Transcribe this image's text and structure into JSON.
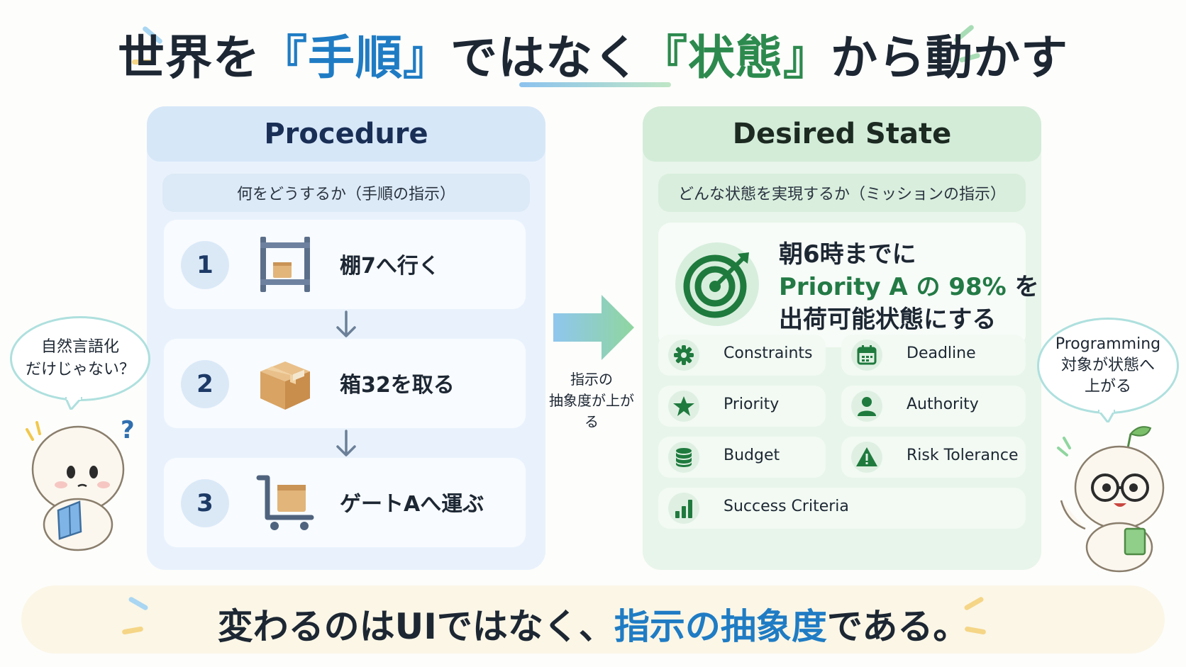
{
  "title": {
    "part1": "世界を",
    "part2": "『手順』",
    "part3": "ではなく",
    "part4": "『状態』",
    "part5": "から動かす"
  },
  "left_panel": {
    "heading": "Procedure",
    "subheading": "何をどうするか（手順の指示）",
    "steps": [
      {
        "number": "1",
        "label": "棚7へ行く",
        "icon": "shelf-icon"
      },
      {
        "number": "2",
        "label": "箱32を取る",
        "icon": "box-icon"
      },
      {
        "number": "3",
        "label": "ゲートAへ運ぶ",
        "icon": "cart-icon"
      }
    ]
  },
  "center": {
    "caption_line1": "指示の",
    "caption_line2": "抽象度が上がる"
  },
  "right_panel": {
    "heading": "Desired State",
    "subheading": "どんな状態を実現するか（ミッションの指示）",
    "mission": {
      "line1": "朝6時までに",
      "line2_accent": "Priority A の 98%",
      "line2_tail": " を",
      "line3": "出荷可能状態にする"
    },
    "attributes": [
      {
        "label": "Constraints",
        "icon": "gear-icon"
      },
      {
        "label": "Deadline",
        "icon": "calendar-icon"
      },
      {
        "label": "Priority",
        "icon": "star-icon"
      },
      {
        "label": "Authority",
        "icon": "person-icon"
      },
      {
        "label": "Budget",
        "icon": "coins-icon"
      },
      {
        "label": "Risk Tolerance",
        "icon": "warning-icon"
      },
      {
        "label": "Success Criteria",
        "icon": "bar-chart-icon"
      }
    ]
  },
  "bubbles": {
    "left_line1": "自然言語化",
    "left_line2": "だけじゃない？",
    "right_line1": "Programming",
    "right_line2": "対象が状態へ",
    "right_line3": "上がる"
  },
  "banner": {
    "part1": "変わるのはUIではなく、",
    "part2": "指示の抽象度",
    "part3": "である。"
  },
  "colors": {
    "blue_accent": "#1f7cc4",
    "green_accent": "#2d8a4e",
    "icon_green": "#1f7a3e"
  }
}
